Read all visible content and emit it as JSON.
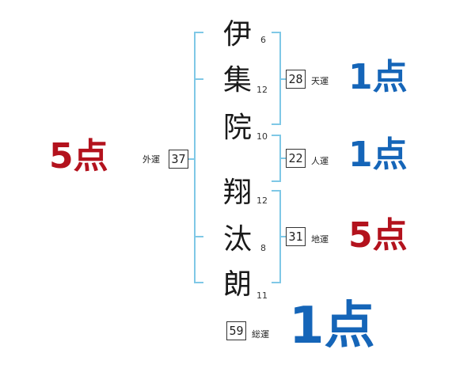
{
  "colors": {
    "bracket": "#7fc8e6",
    "good": "#1565b8",
    "bad": "#b3121d"
  },
  "name_chars": [
    {
      "char": "伊",
      "strokes": "6"
    },
    {
      "char": "集",
      "strokes": "12"
    },
    {
      "char": "院",
      "strokes": "10"
    },
    {
      "char": "翔",
      "strokes": "12"
    },
    {
      "char": "汰",
      "strokes": "8"
    },
    {
      "char": "朗",
      "strokes": "11"
    }
  ],
  "unsei": {
    "gaiun": {
      "label": "外運",
      "value": "37",
      "score": "5点"
    },
    "tenun": {
      "label": "天運",
      "value": "28",
      "score": "1点"
    },
    "jinun": {
      "label": "人運",
      "value": "22",
      "score": "1点"
    },
    "chiun": {
      "label": "地運",
      "value": "31",
      "score": "5点"
    },
    "souun": {
      "label": "総運",
      "value": "59",
      "score": "1点"
    }
  }
}
